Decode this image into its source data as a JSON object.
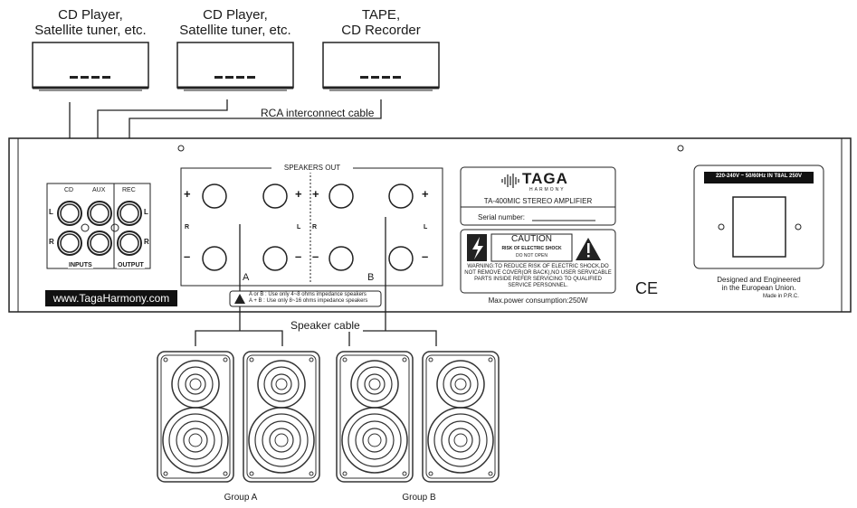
{
  "sources": [
    {
      "line1": "CD Player,",
      "line2": "Satellite tuner, etc."
    },
    {
      "line1": "CD Player,",
      "line2": "Satellite tuner, etc."
    },
    {
      "line1": "TAPE,",
      "line2": "CD Recorder"
    }
  ],
  "rca_cable_label": "RCA interconnect cable",
  "speaker_cable_label": "Speaker cable",
  "inputs": {
    "cd": "CD",
    "aux": "AUX",
    "rec": "REC",
    "l": "L",
    "r": "R",
    "inputs_label": "INPUTS",
    "output_label": "OUTPUT"
  },
  "website": "www.TagaHarmony.com",
  "speakers_out": {
    "title": "SPEAKERS OUT",
    "group_a": "A",
    "group_b": "B",
    "plus": "+",
    "minus": "–",
    "r": "R",
    "l": "L",
    "warning_line1": "A or B : Use only 4~8 ohms impedance speakers",
    "warning_line2": "A + B : Use only 8~16 ohms impedance speakers"
  },
  "brand": {
    "name": "TAGA",
    "sub": "HARMONY",
    "model": "TA-400MIC STEREO AMPLIFIER",
    "serial_label": "Serial number:"
  },
  "caution": {
    "title": "CAUTION",
    "line1": "RISK OF ELECTRIC SHOCK",
    "line2": "DO NOT OPEN",
    "warning1": "WARNING:TO REDUCE RISK OF ELECTRIC SHOCK,DO",
    "warning2": "NOT REMOVE COVER(OR BACK),NO USER SERVICABLE",
    "warning3": "PARTS INSIDE REFER SERVICING TO QUALIFIED",
    "warning4": "SERVICE PERSONNEL."
  },
  "power_consumption": "Max.power consumption:250W",
  "ce_mark": "CE",
  "power_label": "220-240V ~ 50/60Hz IN  T8AL 250V",
  "designed1": "Designed and Engineered",
  "designed2": "in the European Union.",
  "made_in": "Made in P.R.C.",
  "groups": {
    "a": "Group A",
    "b": "Group B"
  }
}
